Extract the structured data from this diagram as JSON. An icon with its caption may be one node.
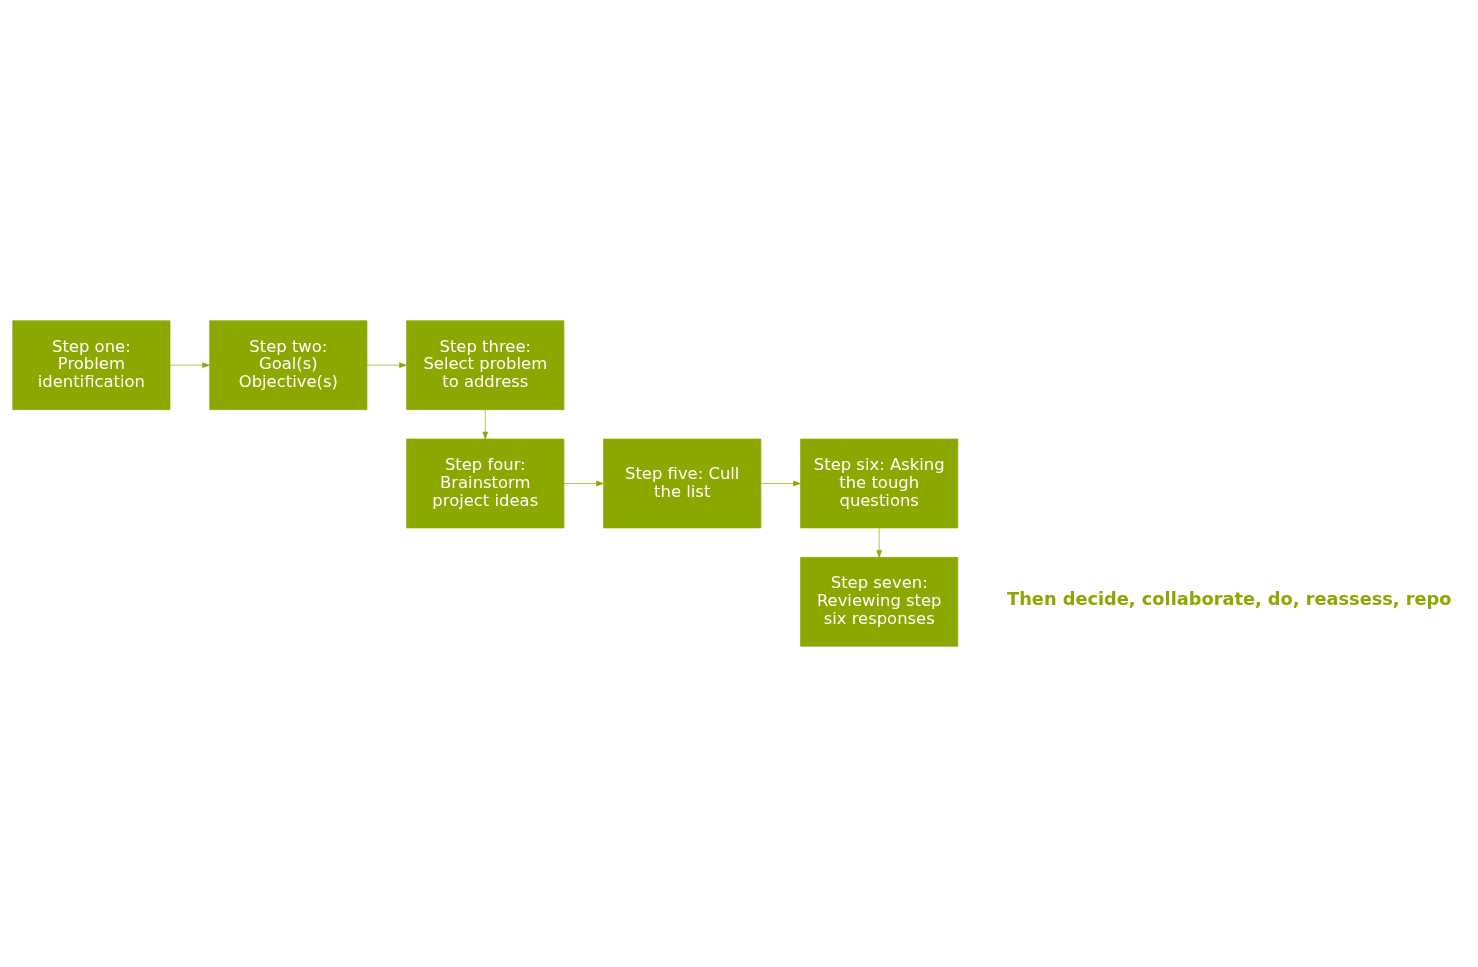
{
  "diagram": {
    "nodes": [
      {
        "text": [
          "Step one: Problem identification"
        ]
      },
      {
        "text": [
          "Step two: Goal(s) Objective(s)"
        ]
      },
      {
        "text": [
          "Step three: Select problem to address"
        ]
      },
      {
        "text": [
          "Step four: Brainstorm project ideas"
        ]
      },
      {
        "text": [
          "Step five: Cull the list"
        ]
      },
      {
        "text": [
          "Step six: Asking the tough questions"
        ]
      },
      {
        "text": [
          "Step seven: Reviewing step six responses"
        ]
      }
    ],
    "edges": [
      {
        "from": 0,
        "to": 1,
        "arrow": "to"
      },
      {
        "from": 1,
        "to": 2,
        "arrow": "to"
      },
      {
        "from": 2,
        "to": 3,
        "arrow": "to"
      },
      {
        "from": 3,
        "to": 4,
        "arrow": "to"
      },
      {
        "from": 4,
        "to": 5,
        "arrow": "to"
      },
      {
        "from": 5,
        "to": 6,
        "arrow": "to"
      }
    ],
    "labels": [
      "Then decide, collaborate, do, reassess, repo"
    ]
  }
}
